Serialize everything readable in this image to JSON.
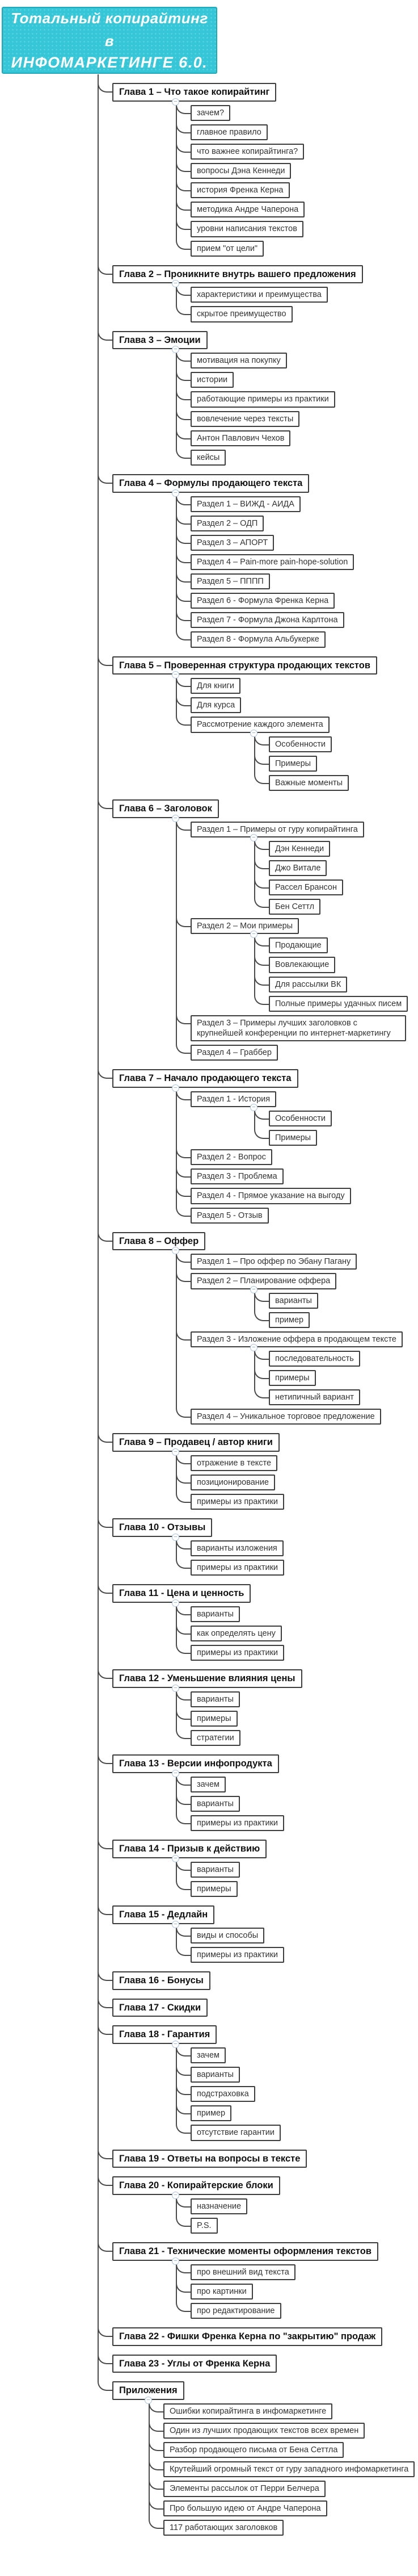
{
  "title": {
    "line1": "Тотальный копирайтинг в",
    "line2": "ИНФОМАРКЕТИНГЕ 6.0."
  },
  "colors": {
    "title_bg": "#35c6d7",
    "title_border": "#1fa9bb",
    "title_text": "#ffffff",
    "connector_line": "#4a4a4a",
    "box_border": "#3d3d3d",
    "box_bg": "#ffffff",
    "toggle_border": "#aac2dd",
    "toggle_glyph": "#7fa6cc"
  },
  "toggle_glyph": "−",
  "tree": [
    {
      "label": "Глава 1 – Что такое копирайтинг",
      "children": [
        {
          "label": "зачем?"
        },
        {
          "label": "главное правило"
        },
        {
          "label": "что важнее копирайтинга?"
        },
        {
          "label": "вопросы Дэна Кеннеди"
        },
        {
          "label": "история Френка Керна"
        },
        {
          "label": "методика Андре Чаперона"
        },
        {
          "label": "уровни написания текстов"
        },
        {
          "label": "прием \"от цели\""
        }
      ]
    },
    {
      "label": "Глава 2 – Проникните внутрь вашего предложения",
      "children": [
        {
          "label": "характеристики и преимущества"
        },
        {
          "label": "скрытое преимущество"
        }
      ]
    },
    {
      "label": "Глава 3 – Эмоции",
      "children": [
        {
          "label": "мотивация на покупку"
        },
        {
          "label": "истории"
        },
        {
          "label": "работающие примеры из практики"
        },
        {
          "label": "вовлечение через тексты"
        },
        {
          "label": "Антон Павлович Чехов"
        },
        {
          "label": "кейсы"
        }
      ]
    },
    {
      "label": "Глава 4 – Формулы продающего текста",
      "children": [
        {
          "label": "Раздел 1 – ВИЖД - АИДА"
        },
        {
          "label": "Раздел 2 – ОДП"
        },
        {
          "label": "Раздел 3 – АПОРТ"
        },
        {
          "label": "Раздел 4 – Pain-more pain-hope-solution"
        },
        {
          "label": "Раздел 5 – ПППП"
        },
        {
          "label": "Раздел 6 - Формула Френка Керна"
        },
        {
          "label": "Раздел 7 - Формула Джона Карлтона"
        },
        {
          "label": "Раздел 8 - Формула Альбукерке"
        }
      ]
    },
    {
      "label": "Глава 5 – Проверенная структура продающих текстов",
      "children": [
        {
          "label": "Для книги"
        },
        {
          "label": "Для курса"
        },
        {
          "label": "Рассмотрение каждого элемента",
          "children": [
            {
              "label": "Особенности"
            },
            {
              "label": "Примеры"
            },
            {
              "label": "Важные моменты"
            }
          ]
        }
      ]
    },
    {
      "label": "Глава 6 – Заголовок",
      "children": [
        {
          "label": "Раздел 1 – Примеры от гуру копирайтинга",
          "children": [
            {
              "label": "Дэн Кеннеди"
            },
            {
              "label": "Джо Витале"
            },
            {
              "label": "Рассел Брансон"
            },
            {
              "label": "Бен Сеттл"
            }
          ]
        },
        {
          "label": "Раздел 2 – Мои примеры",
          "children": [
            {
              "label": "Продающие"
            },
            {
              "label": "Вовлекающие"
            },
            {
              "label": "Для рассылки ВК"
            },
            {
              "label": "Полные примеры удачных писем"
            }
          ]
        },
        {
          "label": "Раздел 3 – Примеры лучших заголовков с крупнейшей конференции по интернет-маркетингу"
        },
        {
          "label": "Раздел 4 – Граббер"
        }
      ]
    },
    {
      "label": "Глава 7 – Начало продающего текста",
      "children": [
        {
          "label": "Раздел 1 - История",
          "children": [
            {
              "label": "Особенности"
            },
            {
              "label": "Примеры"
            }
          ]
        },
        {
          "label": "Раздел 2 - Вопрос"
        },
        {
          "label": "Раздел 3 - Проблема"
        },
        {
          "label": "Раздел 4 - Прямое указание на выгоду"
        },
        {
          "label": "Раздел 5 - Отзыв"
        }
      ]
    },
    {
      "label": "Глава 8 – Оффер",
      "children": [
        {
          "label": "Раздел 1 – Про оффер по Эбану Пагану"
        },
        {
          "label": "Раздел 2 – Планирование оффера",
          "children": [
            {
              "label": "варианты"
            },
            {
              "label": "пример"
            }
          ]
        },
        {
          "label": "Раздел 3 - Изложение оффера в продающем тексте",
          "children": [
            {
              "label": "последовательность"
            },
            {
              "label": "примеры"
            },
            {
              "label": "нетипичный вариант"
            }
          ]
        },
        {
          "label": "Раздел 4 – Уникальное торговое предложение"
        }
      ]
    },
    {
      "label": "Глава 9 – Продавец / автор книги",
      "children": [
        {
          "label": "отражение в тексте"
        },
        {
          "label": "позиционирование"
        },
        {
          "label": "примеры из практики"
        }
      ]
    },
    {
      "label": "Глава 10 - Отзывы",
      "children": [
        {
          "label": "варианты изложения"
        },
        {
          "label": "примеры из практики"
        }
      ]
    },
    {
      "label": "Глава 11 - Цена и ценность",
      "children": [
        {
          "label": "варианты"
        },
        {
          "label": "как определять цену"
        },
        {
          "label": "примеры из практики"
        }
      ]
    },
    {
      "label": "Глава 12 - Уменьшение влияния цены",
      "children": [
        {
          "label": "варианты"
        },
        {
          "label": "примеры"
        },
        {
          "label": "стратегии"
        }
      ]
    },
    {
      "label": "Глава 13 - Версии инфопродукта",
      "children": [
        {
          "label": "зачем"
        },
        {
          "label": "варианты"
        },
        {
          "label": "примеры из практики"
        }
      ]
    },
    {
      "label": "Глава 14 - Призыв к действию",
      "children": [
        {
          "label": "варианты"
        },
        {
          "label": "примеры"
        }
      ]
    },
    {
      "label": "Глава 15 - Дедлайн",
      "children": [
        {
          "label": "виды и способы"
        },
        {
          "label": "примеры из практики"
        }
      ]
    },
    {
      "label": "Глава 16 - Бонусы"
    },
    {
      "label": "Глава 17 - Скидки"
    },
    {
      "label": "Глава 18 - Гарантия",
      "children": [
        {
          "label": "зачем"
        },
        {
          "label": "варианты"
        },
        {
          "label": "подстраховка"
        },
        {
          "label": "пример"
        },
        {
          "label": "отсутствие гарантии"
        }
      ]
    },
    {
      "label": "Глава 19 - Ответы на вопросы в тексте"
    },
    {
      "label": "Глава 20 - Копирайтерские блоки",
      "children": [
        {
          "label": "назначение"
        },
        {
          "label": "P.S."
        }
      ]
    },
    {
      "label": "Глава 21 - Технические моменты оформления текстов",
      "children": [
        {
          "label": "про внешний вид текста"
        },
        {
          "label": "про картинки"
        },
        {
          "label": "про редактирование"
        }
      ]
    },
    {
      "label": "Глава 22 - Фишки Френка Керна по \"закрытию\" продаж"
    },
    {
      "label": "Глава 23 - Углы от Френка Керна"
    },
    {
      "label": "Приложения",
      "children": [
        {
          "label": "Ошибки копирайтинга в инфомаркетинге"
        },
        {
          "label": "Один из лучших продающих текстов всех времен"
        },
        {
          "label": "Разбор продающего письма от Бена Сеттла"
        },
        {
          "label": "Крутейший огромный текст от гуру западного инфомаркетинга"
        },
        {
          "label": "Элементы рассылок от Перри Белчера"
        },
        {
          "label": "Про большую идею от Андре Чаперона"
        },
        {
          "label": "117 работающих заголовков"
        }
      ]
    }
  ]
}
